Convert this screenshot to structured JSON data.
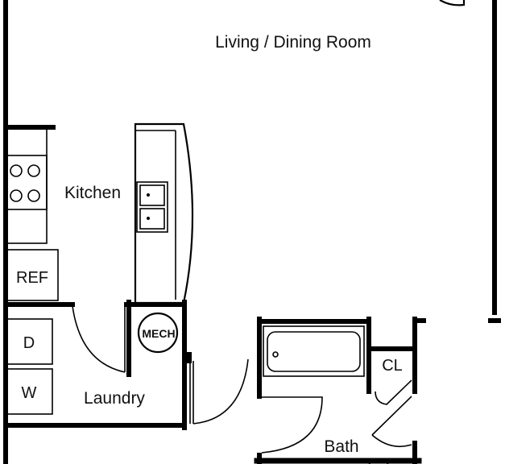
{
  "plan": {
    "rooms": {
      "living_dining": "Living / Dining Room",
      "kitchen": "Kitchen",
      "laundry": "Laundry",
      "bath": "Bath"
    },
    "fixtures": {
      "refrigerator": "REF",
      "dryer": "D",
      "washer": "W",
      "mechanical": "MECH",
      "closet": "CL"
    }
  }
}
